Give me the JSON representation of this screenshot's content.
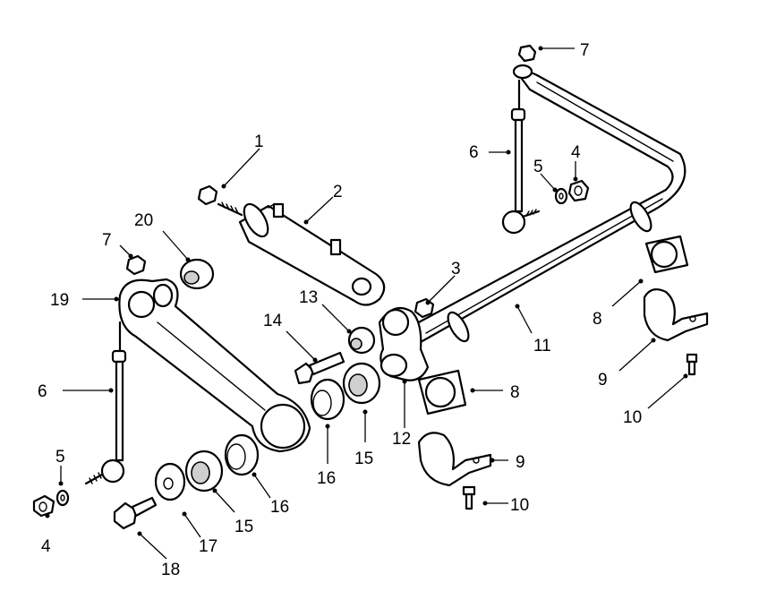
{
  "colors": {
    "ink": "#000000",
    "paper": "#ffffff",
    "shade": "#cfcfcf"
  },
  "callouts": [
    {
      "id": "c1",
      "text": "1"
    },
    {
      "id": "c2",
      "text": "2"
    },
    {
      "id": "c3",
      "text": "3"
    },
    {
      "id": "c4a",
      "text": "4"
    },
    {
      "id": "c4b",
      "text": "4"
    },
    {
      "id": "c5a",
      "text": "5"
    },
    {
      "id": "c5b",
      "text": "5"
    },
    {
      "id": "c6a",
      "text": "6"
    },
    {
      "id": "c6b",
      "text": "6"
    },
    {
      "id": "c7a",
      "text": "7"
    },
    {
      "id": "c7b",
      "text": "7"
    },
    {
      "id": "c8a",
      "text": "8"
    },
    {
      "id": "c8b",
      "text": "8"
    },
    {
      "id": "c9a",
      "text": "9"
    },
    {
      "id": "c9b",
      "text": "9"
    },
    {
      "id": "c10a",
      "text": "10"
    },
    {
      "id": "c10b",
      "text": "10"
    },
    {
      "id": "c11",
      "text": "11"
    },
    {
      "id": "c12",
      "text": "12"
    },
    {
      "id": "c13",
      "text": "13"
    },
    {
      "id": "c14",
      "text": "14"
    },
    {
      "id": "c15a",
      "text": "15"
    },
    {
      "id": "c15b",
      "text": "15"
    },
    {
      "id": "c16a",
      "text": "16"
    },
    {
      "id": "c16b",
      "text": "16"
    },
    {
      "id": "c17",
      "text": "17"
    },
    {
      "id": "c18",
      "text": "18"
    },
    {
      "id": "c19",
      "text": "19"
    },
    {
      "id": "c20",
      "text": "20"
    }
  ]
}
